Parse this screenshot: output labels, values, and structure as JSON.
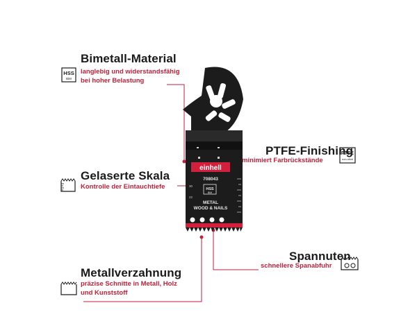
{
  "features": {
    "bimetal": {
      "title": "Bimetall-Material",
      "line1": "langlebig und widerstandsfähig",
      "line2": "bei hoher Belastung",
      "icon_top": "HSS",
      "icon_bottom": "BiM",
      "icon": "hss-bim-icon"
    },
    "ptfe": {
      "title": "PTFE-Finishing",
      "line1": "minimiert Farbrückstände",
      "icon_top": "PTFE",
      "icon_bottom": "non-stick",
      "icon": "ptfe-icon"
    },
    "skala": {
      "title": "Gelaserte Skala",
      "line1": "Kontrolle der Eintauchtiefe",
      "icon": "scale-icon"
    },
    "spannuten": {
      "title": "Spannuten",
      "line1": "schnellere Spanabfuhr",
      "icon": "chip-flute-icon"
    },
    "verzahnung": {
      "title": "Metallverzahnung",
      "line1": "präzise Schnitte in Metall, Holz",
      "line2": "und Kunststoff",
      "icon": "teeth-icon"
    }
  },
  "blade": {
    "brand": "einhell",
    "model": "708043",
    "badge_top": "HSS",
    "badge_bottom": "BiM",
    "material_line1": "METAL",
    "material_line2": "WOOD & NAILS",
    "scale_marks": [
      "30",
      "22"
    ],
    "colors": {
      "body": "#1c1c1c",
      "accent": "#d21f3c",
      "text": "#e8e8e8"
    }
  },
  "colors": {
    "title": "#1a1a1a",
    "subtitle": "#c0223a",
    "leader": "#c0223a"
  }
}
